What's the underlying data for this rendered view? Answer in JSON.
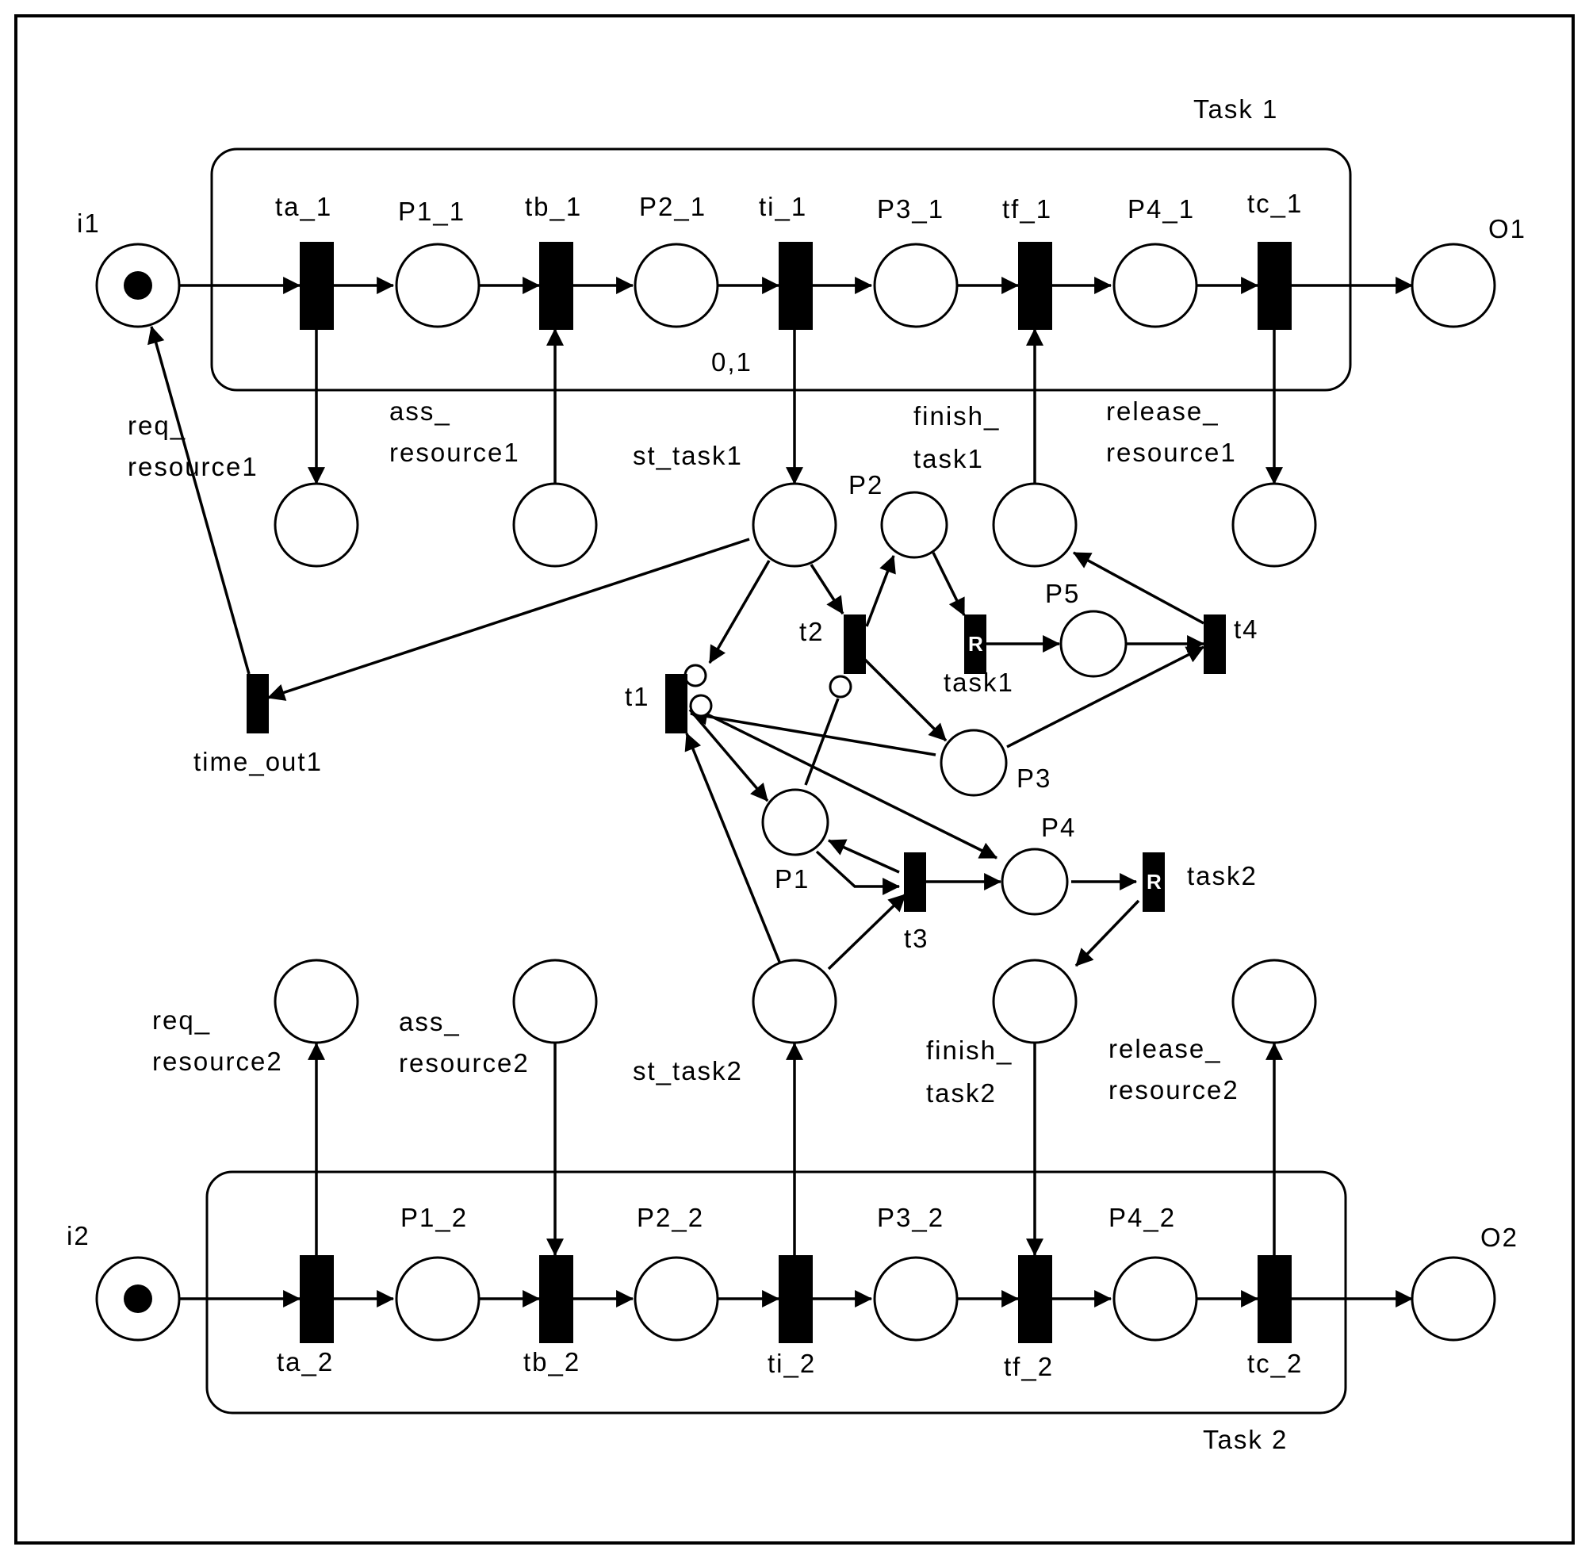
{
  "labels": {
    "task1": "Task 1",
    "task2": "Task 2",
    "i1": "i1",
    "i2": "i2",
    "o1": "O1",
    "o2": "O2",
    "ta_1": "ta_1",
    "p1_1": "P1_1",
    "tb_1": "tb_1",
    "p2_1": "P2_1",
    "ti_1": "ti_1",
    "p3_1": "P3_1",
    "tf_1": "tf_1",
    "p4_1": "P4_1",
    "tc_1": "tc_1",
    "ta_2": "ta_2",
    "p1_2": "P1_2",
    "tb_2": "tb_2",
    "p2_2": "P2_2",
    "ti_2": "ti_2",
    "p3_2": "P3_2",
    "tf_2": "tf_2",
    "p4_2": "P4_2",
    "tc_2": "tc_2",
    "arc_weight": "0,1",
    "req_resource1_a": "req_",
    "req_resource1_b": "resource1",
    "ass_resource1_a": "ass_",
    "ass_resource1_b": "resource1",
    "st_task1": "st_task1",
    "finish_task1_a": "finish_",
    "finish_task1_b": "task1",
    "release_resource1_a": "release_",
    "release_resource1_b": "resource1",
    "req_resource2_a": "req_",
    "req_resource2_b": "resource2",
    "ass_resource2_a": "ass_",
    "ass_resource2_b": "resource2",
    "st_task2": "st_task2",
    "finish_task2_a": "finish_",
    "finish_task2_b": "task2",
    "release_resource2_a": "release_",
    "release_resource2_b": "resource2",
    "time_out1": "time_out1",
    "p1": "P1",
    "p2": "P2",
    "p3": "P3",
    "p4": "P4",
    "p5": "P5",
    "t1": "t1",
    "t2": "t2",
    "t3": "t3",
    "t4": "t4",
    "task1_trans": "task1",
    "task2_trans": "task2",
    "r1": "R",
    "r2": "R"
  },
  "tokens": {
    "i1": 1,
    "i2": 1
  }
}
